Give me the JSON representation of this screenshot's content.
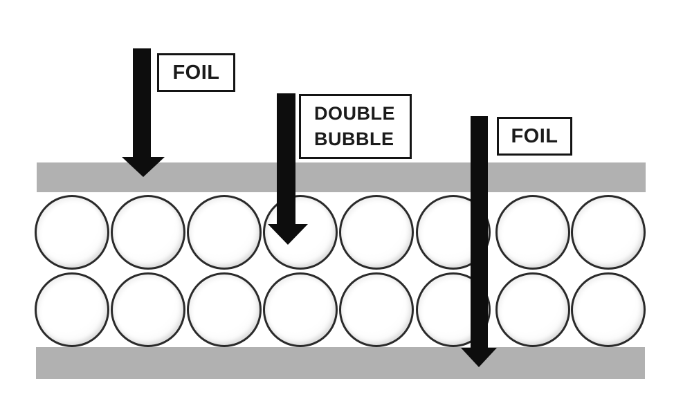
{
  "labels": {
    "foil_top": "FOIL",
    "double_bubble_line1": "DOUBLE",
    "double_bubble_line2": "BUBBLE",
    "foil_bottom": "FOIL"
  },
  "structure": {
    "layers_top_to_bottom": [
      "foil",
      "bubbles",
      "bubbles",
      "foil"
    ],
    "bubble_rows": 2,
    "bubbles_per_row": 8
  },
  "colors": {
    "background": "#ffffff",
    "foil_bar": "#b1b1b1",
    "arrow_black": "#0d0d0d",
    "label_border": "#141414",
    "bubble_stroke": "#2a2a2a"
  }
}
